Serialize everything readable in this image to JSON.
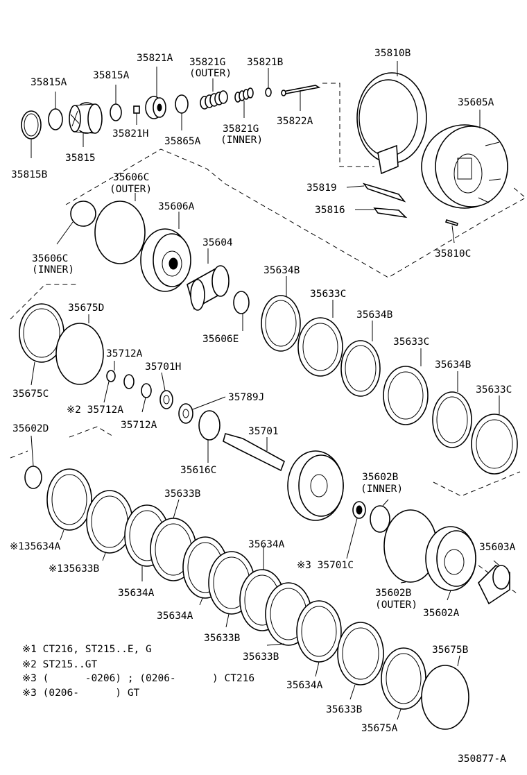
{
  "diagram_id": "350877-A",
  "notes": [
    "※1 CT216, ST215..E, G",
    "※2 ST215..GT",
    "※3 (      -0206) ; (0206-      ) CT216",
    "※3 (0206-      ) GT"
  ],
  "labels": {
    "p35815A_1": "35815A",
    "p35815A_2": "35815A",
    "p35821A": "35821A",
    "p35821G_o": "35821G",
    "p35821G_o2": "(OUTER)",
    "p35821B": "35821B",
    "p35810B": "35810B",
    "p35605A": "35605A",
    "p35815B": "35815B",
    "p35815": "35815",
    "p35821H": "35821H",
    "p35865A": "35865A",
    "p35821G_i": "35821G",
    "p35821G_i2": "(INNER)",
    "p35822A": "35822A",
    "p35819": "35819",
    "p35816": "35816",
    "p35810C": "35810C",
    "p35606C_o": "35606C",
    "p35606C_o2": "(OUTER)",
    "p35606A": "35606A",
    "p35604": "35604",
    "p35606C_i": "35606C",
    "p35606C_i2": "(INNER)",
    "p35634B_1": "35634B",
    "p35633C_1": "35633C",
    "p35634B_2": "35634B",
    "p35633C_2": "35633C",
    "p35634B_3": "35634B",
    "p35633C_3": "35633C",
    "p35675D": "35675D",
    "p35606E": "35606E",
    "p35712A_1": "35712A",
    "p35701H": "35701H",
    "p35675C": "35675C",
    "p35712A_2": "※2 35712A",
    "p35712A_3": "35712A",
    "p35789J": "35789J",
    "p35602D": "35602D",
    "p35701": "35701",
    "p35616C": "35616C",
    "p35633B_1": "35633B",
    "p35602B_i": "35602B",
    "p35602B_i2": "(INNER)",
    "p35634A_1": "※135634A",
    "p35633B_2": "※135633B",
    "p35634A_2": "35634A",
    "p35634A_3": "35634A",
    "p35634A_4": "35634A",
    "p35633B_3": "35633B",
    "p35633B_4": "35633B",
    "p35701C": "※3 35701C",
    "p35602B_o": "35602B",
    "p35602B_o2": "(OUTER)",
    "p35602A": "35602A",
    "p35603A": "35603A",
    "p35634A_5": "35634A",
    "p35633B_5": "35633B",
    "p35675B": "35675B",
    "p35675A": "35675A"
  }
}
